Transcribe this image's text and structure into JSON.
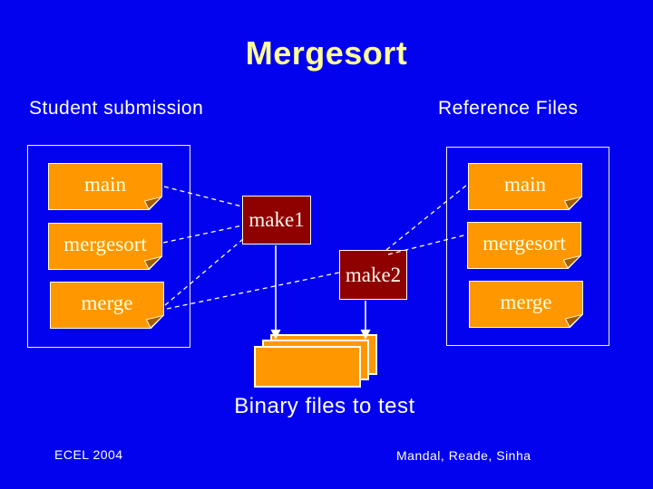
{
  "slide": {
    "title": "Mergesort",
    "left_section": {
      "heading": "Student submission",
      "files": [
        "main",
        "mergesort",
        "merge"
      ]
    },
    "right_section": {
      "heading": "Reference Files",
      "files": [
        "main",
        "mergesort",
        "merge"
      ]
    },
    "make_nodes": [
      "make1",
      "make2"
    ],
    "caption": "Binary files to test",
    "footer_left": "ECEL 2004",
    "footer_right": "Mandal, Reade, Sinha",
    "colors": {
      "background_blue": "#0202EF",
      "file_box_orange": "#FF9800",
      "fold_dark_orange": "#A35C00",
      "make_box_maroon": "#8F0000",
      "title_yellow": "#FFFF99",
      "box_text_cream": "#FFFFE0",
      "heading_white": "#FFFFFF",
      "connector_white": "#FFFFE8"
    }
  }
}
